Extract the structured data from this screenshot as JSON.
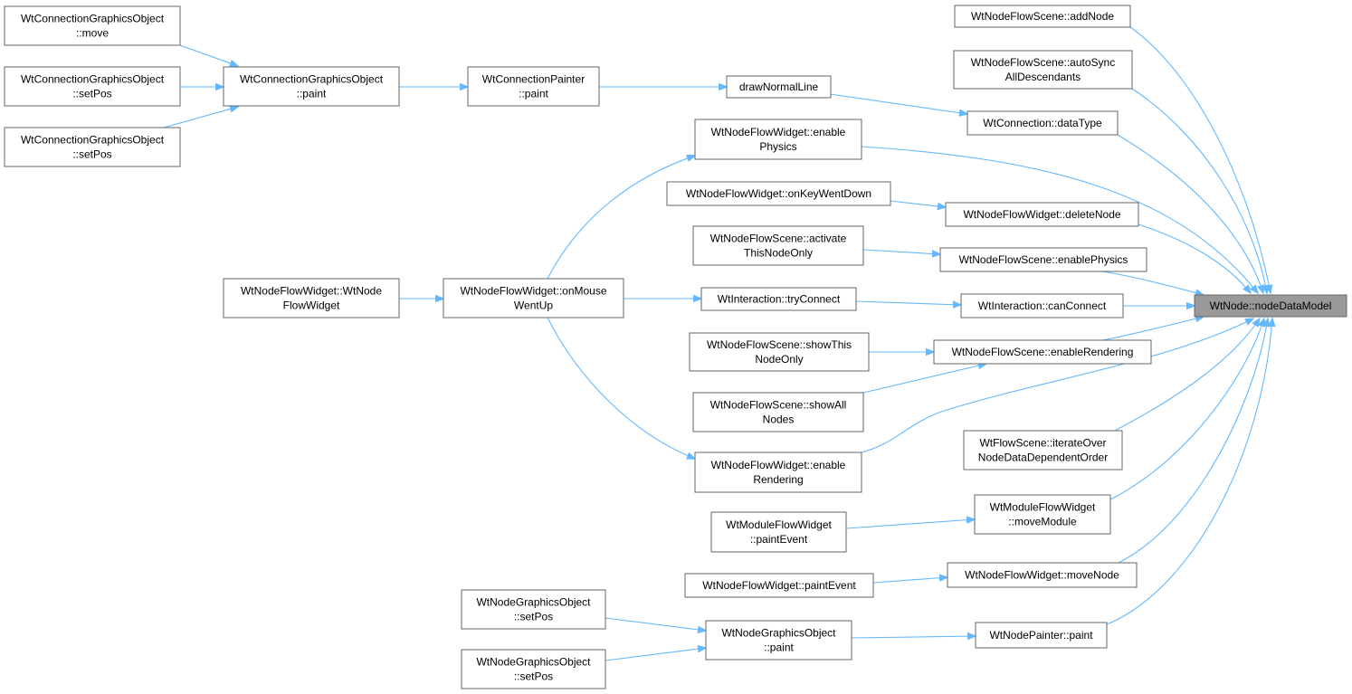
{
  "diagram": {
    "type": "caller-graph",
    "colors": {
      "edge": "#63b8ff",
      "node_border": "#666666",
      "selected_fill": "#999999"
    },
    "nodes": [
      {
        "id": "n_target",
        "lines": [
          "WtNode::nodeDataModel"
        ],
        "selected": true
      },
      {
        "id": "n_addNode",
        "lines": [
          "WtNodeFlowScene::addNode"
        ]
      },
      {
        "id": "n_autoSync",
        "lines": [
          "WtNodeFlowScene::autoSync",
          "AllDescendants"
        ]
      },
      {
        "id": "n_dataType",
        "lines": [
          "WtConnection::dataType"
        ]
      },
      {
        "id": "n_drawNormalLine",
        "lines": [
          "drawNormalLine"
        ]
      },
      {
        "id": "n_connPainterPaint",
        "lines": [
          "WtConnectionPainter",
          "::paint"
        ]
      },
      {
        "id": "n_cgoPaint",
        "lines": [
          "WtConnectionGraphicsObject",
          "::paint"
        ]
      },
      {
        "id": "n_cgoMove",
        "lines": [
          "WtConnectionGraphicsObject",
          "::move"
        ]
      },
      {
        "id": "n_cgoSetPos1",
        "lines": [
          "WtConnectionGraphicsObject",
          "::setPos"
        ]
      },
      {
        "id": "n_cgoSetPos2",
        "lines": [
          "WtConnectionGraphicsObject",
          "::setPos"
        ]
      },
      {
        "id": "n_enablePhysicsW",
        "lines": [
          "WtNodeFlowWidget::enable",
          "Physics"
        ]
      },
      {
        "id": "n_onKeyWentDown",
        "lines": [
          "WtNodeFlowWidget::onKeyWentDown"
        ]
      },
      {
        "id": "n_deleteNode",
        "lines": [
          "WtNodeFlowWidget::deleteNode"
        ]
      },
      {
        "id": "n_activateThis",
        "lines": [
          "WtNodeFlowScene::activate",
          "ThisNodeOnly"
        ]
      },
      {
        "id": "n_enablePhysicsS",
        "lines": [
          "WtNodeFlowScene::enablePhysics"
        ]
      },
      {
        "id": "n_ctor",
        "lines": [
          "WtNodeFlowWidget::WtNode",
          "FlowWidget"
        ]
      },
      {
        "id": "n_onMouseWentUp",
        "lines": [
          "WtNodeFlowWidget::onMouse",
          "WentUp"
        ]
      },
      {
        "id": "n_tryConnect",
        "lines": [
          "WtInteraction::tryConnect"
        ]
      },
      {
        "id": "n_canConnect",
        "lines": [
          "WtInteraction::canConnect"
        ]
      },
      {
        "id": "n_showThis",
        "lines": [
          "WtNodeFlowScene::showThis",
          "NodeOnly"
        ]
      },
      {
        "id": "n_enableRenderingS",
        "lines": [
          "WtNodeFlowScene::enableRendering"
        ]
      },
      {
        "id": "n_showAll",
        "lines": [
          "WtNodeFlowScene::showAll",
          "Nodes"
        ]
      },
      {
        "id": "n_enableRenderingW",
        "lines": [
          "WtNodeFlowWidget::enable",
          "Rendering"
        ]
      },
      {
        "id": "n_iterateOver",
        "lines": [
          "WtFlowScene::iterateOver",
          "NodeDataDependentOrder"
        ]
      },
      {
        "id": "n_mfwPaintEvent",
        "lines": [
          "WtModuleFlowWidget",
          "::paintEvent"
        ]
      },
      {
        "id": "n_moveModule",
        "lines": [
          "WtModuleFlowWidget",
          "::moveModule"
        ]
      },
      {
        "id": "n_nfwPaintEvent",
        "lines": [
          "WtNodeFlowWidget::paintEvent"
        ]
      },
      {
        "id": "n_moveNode",
        "lines": [
          "WtNodeFlowWidget::moveNode"
        ]
      },
      {
        "id": "n_ngoSetPos1",
        "lines": [
          "WtNodeGraphicsObject",
          "::setPos"
        ]
      },
      {
        "id": "n_ngoSetPos2",
        "lines": [
          "WtNodeGraphicsObject",
          "::setPos"
        ]
      },
      {
        "id": "n_ngoPaint",
        "lines": [
          "WtNodeGraphicsObject",
          "::paint"
        ]
      },
      {
        "id": "n_nodePainterPaint",
        "lines": [
          "WtNodePainter::paint"
        ]
      }
    ],
    "edges": [
      {
        "from": "n_addNode",
        "to": "n_target"
      },
      {
        "from": "n_autoSync",
        "to": "n_target"
      },
      {
        "from": "n_dataType",
        "to": "n_target"
      },
      {
        "from": "n_enablePhysicsW",
        "to": "n_target"
      },
      {
        "from": "n_deleteNode",
        "to": "n_target"
      },
      {
        "from": "n_enablePhysicsS",
        "to": "n_target"
      },
      {
        "from": "n_canConnect",
        "to": "n_target"
      },
      {
        "from": "n_enableRenderingS",
        "to": "n_target"
      },
      {
        "from": "n_enableRenderingW",
        "to": "n_target"
      },
      {
        "from": "n_iterateOver",
        "to": "n_target"
      },
      {
        "from": "n_moveModule",
        "to": "n_target"
      },
      {
        "from": "n_moveNode",
        "to": "n_target"
      },
      {
        "from": "n_nodePainterPaint",
        "to": "n_target"
      },
      {
        "from": "n_drawNormalLine",
        "to": "n_dataType"
      },
      {
        "from": "n_connPainterPaint",
        "to": "n_drawNormalLine"
      },
      {
        "from": "n_cgoPaint",
        "to": "n_connPainterPaint"
      },
      {
        "from": "n_cgoMove",
        "to": "n_cgoPaint"
      },
      {
        "from": "n_cgoSetPos1",
        "to": "n_cgoPaint"
      },
      {
        "from": "n_cgoSetPos2",
        "to": "n_cgoPaint"
      },
      {
        "from": "n_onMouseWentUp",
        "to": "n_enablePhysicsW"
      },
      {
        "from": "n_onKeyWentDown",
        "to": "n_deleteNode"
      },
      {
        "from": "n_activateThis",
        "to": "n_enablePhysicsS"
      },
      {
        "from": "n_ctor",
        "to": "n_onMouseWentUp"
      },
      {
        "from": "n_onMouseWentUp",
        "to": "n_tryConnect"
      },
      {
        "from": "n_tryConnect",
        "to": "n_canConnect"
      },
      {
        "from": "n_showThis",
        "to": "n_enableRenderingS"
      },
      {
        "from": "n_showAll",
        "to": "n_enableRenderingS"
      },
      {
        "from": "n_onMouseWentUp",
        "to": "n_enableRenderingW"
      },
      {
        "from": "n_mfwPaintEvent",
        "to": "n_moveModule"
      },
      {
        "from": "n_nfwPaintEvent",
        "to": "n_moveNode"
      },
      {
        "from": "n_ngoSetPos1",
        "to": "n_ngoPaint"
      },
      {
        "from": "n_ngoSetPos2",
        "to": "n_ngoPaint"
      },
      {
        "from": "n_ngoPaint",
        "to": "n_nodePainterPaint"
      }
    ]
  }
}
